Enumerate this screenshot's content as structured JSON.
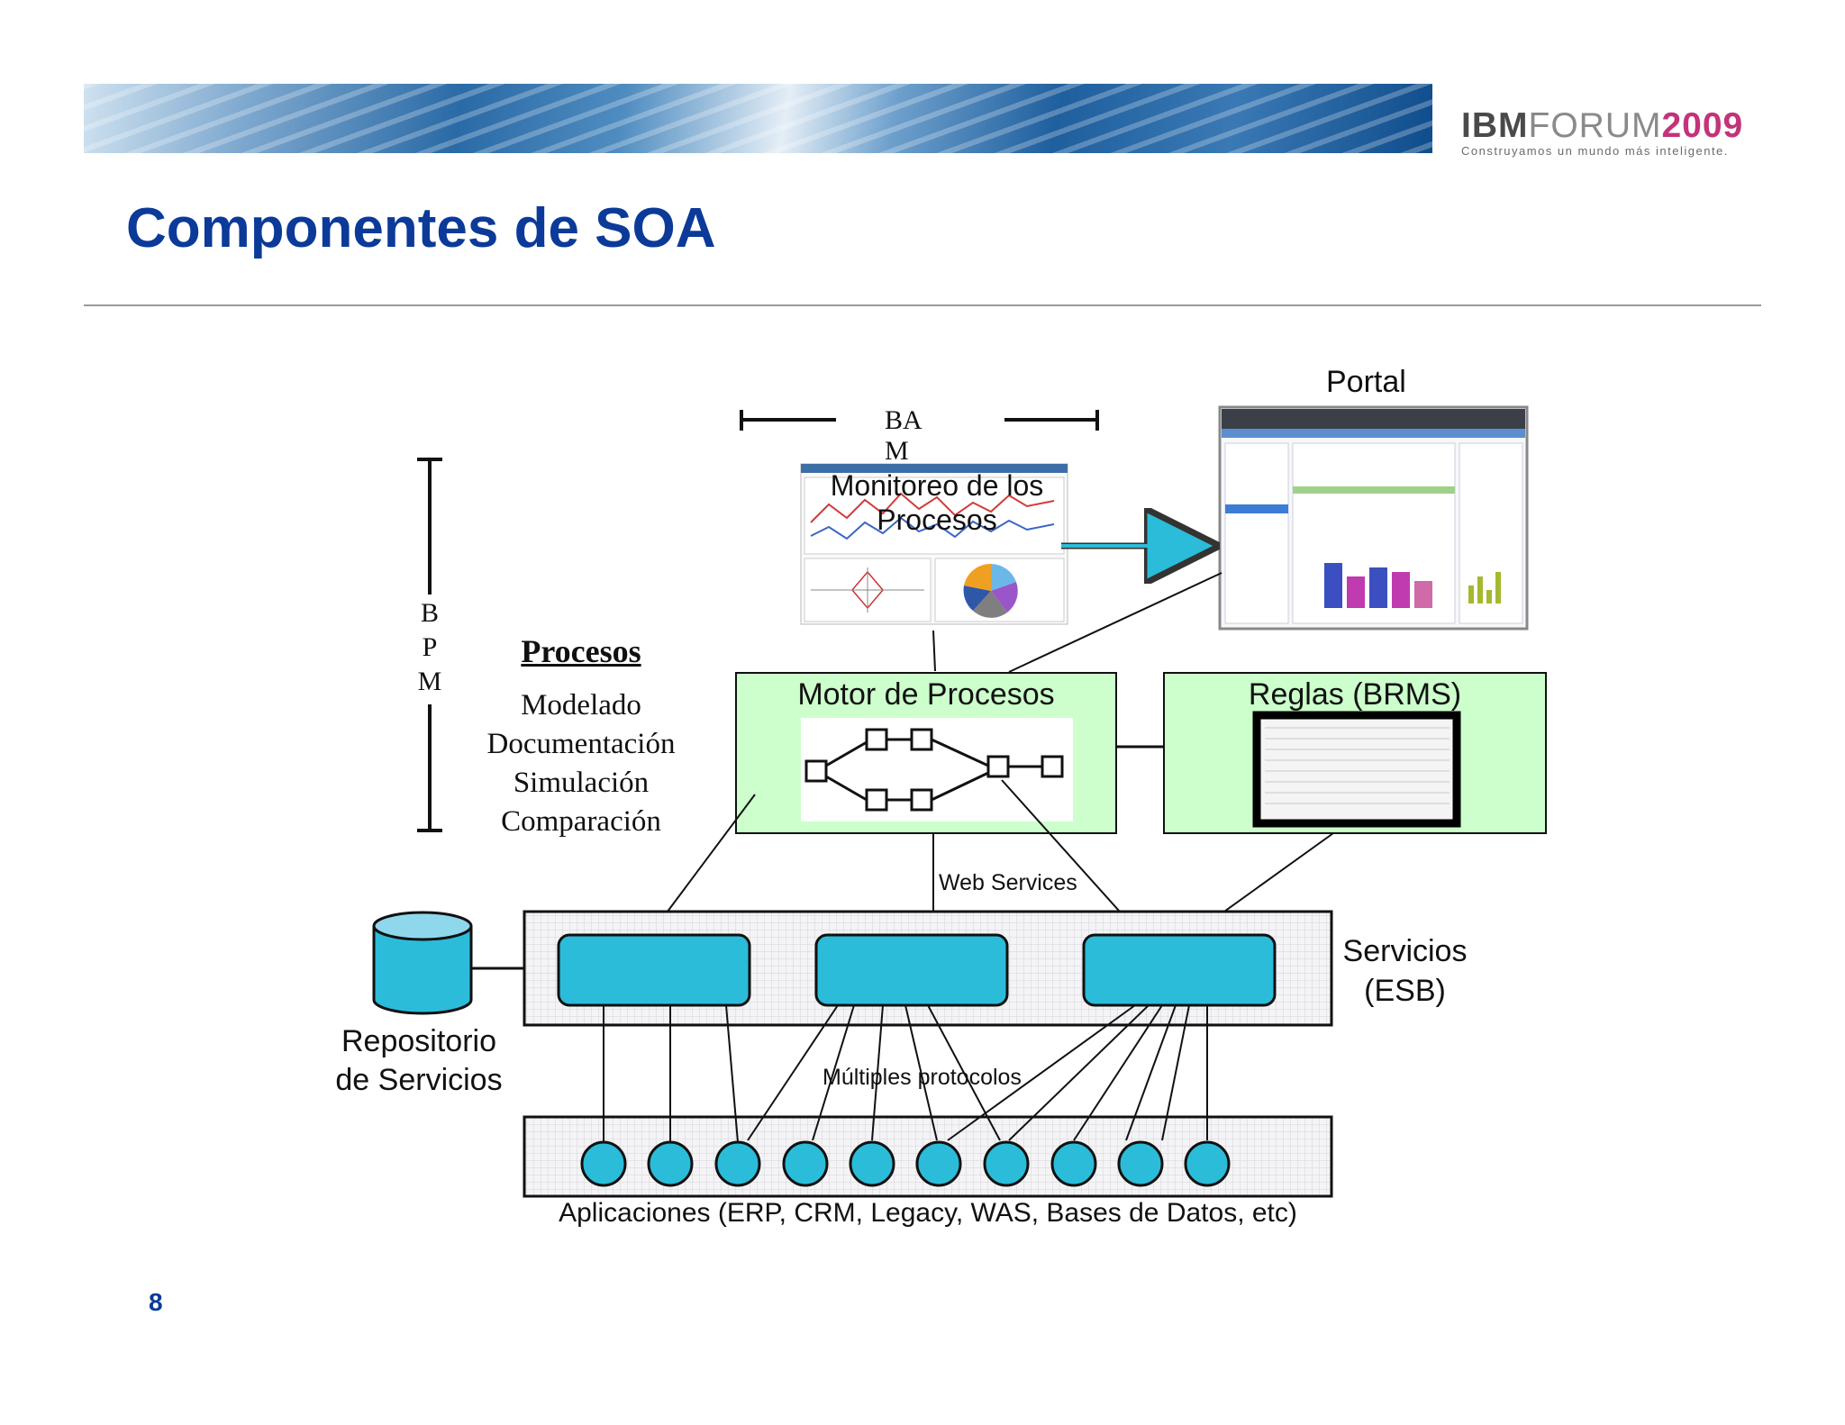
{
  "header": {
    "logo": {
      "ibm": "IBM",
      "forum": "FORUM",
      "year": "2009"
    },
    "tagline": "Construyamos un mundo más inteligente.",
    "title": "Componentes de SOA"
  },
  "diagram": {
    "bam_label": "BA\nM",
    "bpm_label": {
      "b": "B",
      "p": "P",
      "m": "M"
    },
    "portal_label": "Portal",
    "monitoring_label": "Monitoreo de los\nProcesos",
    "procesos": {
      "heading": "Procesos",
      "items": [
        "Modelado",
        "Documentación",
        "Simulación",
        "Comparación"
      ]
    },
    "motor_label": "Motor de Procesos",
    "reglas_label": "Reglas (BRMS)",
    "web_services_label": "Web Services",
    "servicios_label": "Servicios\n(ESB)",
    "repositorio_label": "Repositorio\nde Servicios",
    "protocolos_label": "Múltiples protocolos",
    "aplicaciones_label": "Aplicaciones (ERP, CRM, Legacy, WAS, Bases de Datos, etc)"
  },
  "colors": {
    "title_blue": "#0b3a99",
    "service_fill": "#2bbcd9",
    "box_green": "#ccffcc",
    "logo_pink": "#c2337a"
  },
  "page_number": "8"
}
